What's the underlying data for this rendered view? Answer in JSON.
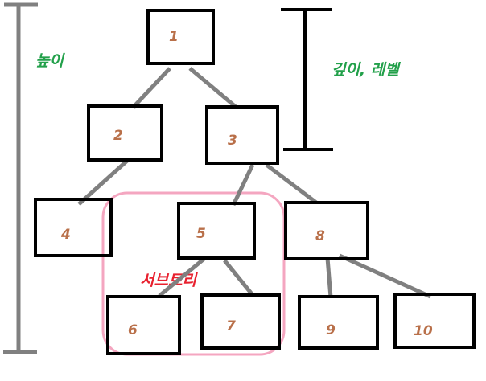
{
  "colors": {
    "node_border": "#000000",
    "edge": "#808080",
    "node_label": "#b9704a",
    "height_label": "#22a04a",
    "depth_label": "#22a04a",
    "subtree_label": "#e8202e",
    "subtree_border": "#f4a6c0",
    "height_bar": "#808080",
    "depth_bar": "#000000"
  },
  "nodes": [
    {
      "id": "1",
      "label": "1"
    },
    {
      "id": "2",
      "label": "2"
    },
    {
      "id": "3",
      "label": "3"
    },
    {
      "id": "4",
      "label": "4"
    },
    {
      "id": "5",
      "label": "5"
    },
    {
      "id": "8",
      "label": "8"
    },
    {
      "id": "6",
      "label": "6"
    },
    {
      "id": "7",
      "label": "7"
    },
    {
      "id": "9",
      "label": "9"
    },
    {
      "id": "10",
      "label": "10"
    }
  ],
  "edges": [
    {
      "from": "1",
      "to": "2"
    },
    {
      "from": "1",
      "to": "3"
    },
    {
      "from": "2",
      "to": "4"
    },
    {
      "from": "3",
      "to": "5"
    },
    {
      "from": "3",
      "to": "8"
    },
    {
      "from": "5",
      "to": "6"
    },
    {
      "from": "5",
      "to": "7"
    },
    {
      "from": "8",
      "to": "9"
    },
    {
      "from": "8",
      "to": "10"
    }
  ],
  "annotations": {
    "height_label": "높이",
    "depth_label": "깊이, 레벨",
    "subtree_label": "서브트리"
  }
}
